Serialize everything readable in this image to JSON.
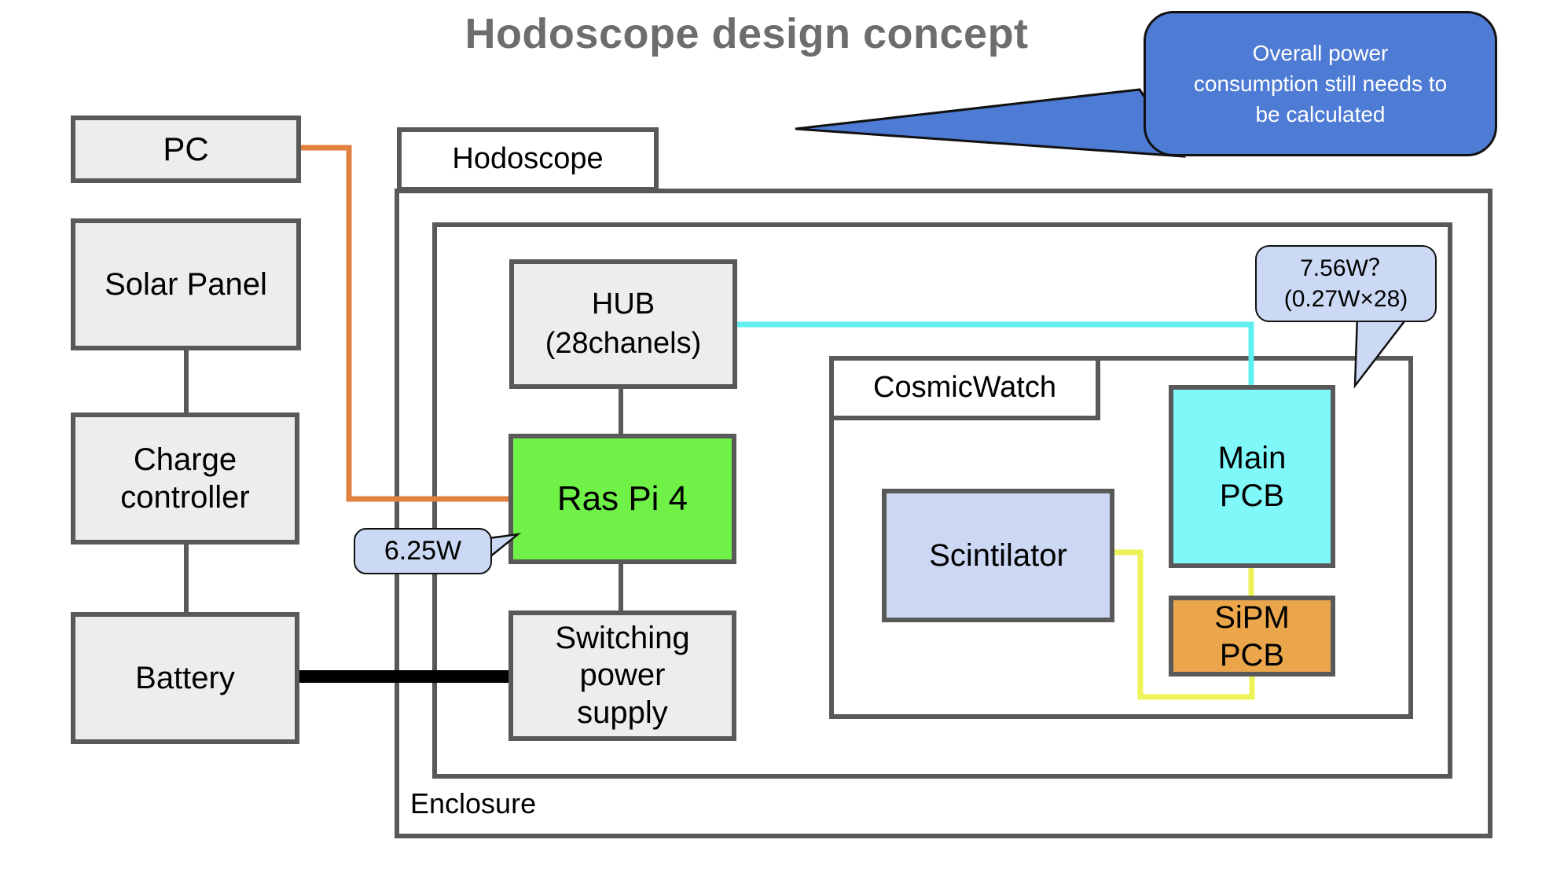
{
  "title": "Hodoscope design concept",
  "nodes": {
    "pc": "PC",
    "solar_panel": "Solar Panel",
    "charge_controller": "Charge\ncontroller",
    "battery": "Battery",
    "hub": "HUB\n(28chanels)",
    "ras_pi": "Ras Pi 4",
    "switching_supply": "Switching\npower\nsupply",
    "scintilator": "Scintilator",
    "main_pcb": "Main\nPCB",
    "sipm_pcb": "SiPM\nPCB"
  },
  "containers": {
    "hodoscope": "Hodoscope",
    "enclosure": "Enclosure",
    "cosmicwatch": "CosmicWatch"
  },
  "callouts": {
    "overall_power": "Overall power\nconsumption still needs to\nbe calculated",
    "ras_pi_power": "6.25W",
    "hub_power": "7.56W？\n(0.27W×28)"
  },
  "colors": {
    "box_fill": "#ededed",
    "box_border": "#595959",
    "title_gray": "#6d6d6d",
    "ras_pi_green": "#70f148",
    "main_pcb_cyan": "#80f7f8",
    "sipm_orange": "#eba64b",
    "scintilator_lavender": "#ccd8f3",
    "callout_blue": "#4e7bd3",
    "callout_lavender": "#ccd9f4",
    "line_orange": "#e0813f",
    "line_cyan": "#5fefef",
    "line_yellow": "#edf356",
    "line_black": "#000000"
  }
}
